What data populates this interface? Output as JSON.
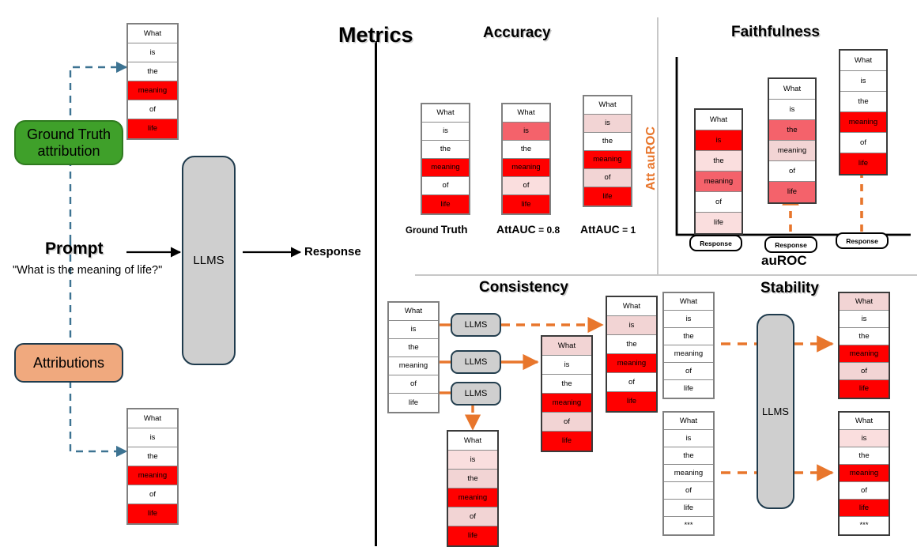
{
  "colors": {
    "red": "#FF0000",
    "mid_red": "#F4626B",
    "pink": "#F2D4D4",
    "light_pink": "#FADEDE",
    "white": "#FFFFFF",
    "orange_accent": "#E8762C",
    "blue_dashed": "#3D7392",
    "green_box": "#3FA02A",
    "orange_box": "#F0A97E",
    "gray_box": "#CFCFCF"
  },
  "tokens": [
    "What",
    "is",
    "the",
    "meaning",
    "of",
    "life"
  ],
  "tokens_with_ellipsis": [
    "What",
    "is",
    "the",
    "meaning",
    "of",
    "life",
    "***"
  ],
  "left_panel": {
    "ground_truth_label": "Ground Truth\nattribution",
    "ground_truth_label_line1": "Ground Truth",
    "ground_truth_label_line2": "attribution",
    "attributions_label": "Attributions",
    "prompt_label": "Prompt",
    "prompt_text": "\"What is the meaning of life?\"",
    "llm_label": "LLMS",
    "response_label": "Response",
    "gt_table": {
      "tokens": [
        "What",
        "is",
        "the",
        "meaning",
        "of",
        "life"
      ],
      "shades": [
        "white",
        "white",
        "white",
        "red",
        "white",
        "red"
      ]
    },
    "attr_table": {
      "tokens": [
        "What",
        "is",
        "the",
        "meaning",
        "of",
        "life"
      ],
      "shades": [
        "white",
        "white",
        "white",
        "red",
        "white",
        "red"
      ]
    }
  },
  "metrics_title": "Metrics",
  "accuracy": {
    "title": "Accuracy",
    "columns": [
      {
        "caption": "Ground Truth",
        "caption_part1": "Ground ",
        "caption_part2": "Truth",
        "tokens": [
          "What",
          "is",
          "the",
          "meaning",
          "of",
          "life"
        ],
        "shades": [
          "white",
          "white",
          "white",
          "red",
          "white",
          "red"
        ]
      },
      {
        "caption": "AttAUC = 0.8",
        "caption_part1": "AttAUC",
        "caption_part2": " = 0.8",
        "tokens": [
          "What",
          "is",
          "the",
          "meaning",
          "of",
          "life"
        ],
        "shades": [
          "white",
          "mid_red",
          "white",
          "red",
          "light_pink",
          "red"
        ]
      },
      {
        "caption": "AttAUC = 1",
        "caption_part1": "AttAUC",
        "caption_part2": " = 1",
        "tokens": [
          "What",
          "is",
          "the",
          "meaning",
          "of",
          "life"
        ],
        "shades": [
          "white",
          "pink",
          "white",
          "red",
          "pink",
          "red"
        ]
      }
    ]
  },
  "faithfulness": {
    "title": "Faithfulness",
    "y_axis_label": "Att auROC",
    "x_axis_label": "auROC",
    "response_label": "Response",
    "bars": [
      {
        "tokens": [
          "What",
          "is",
          "the",
          "meaning",
          "of",
          "life"
        ],
        "shades": [
          "white",
          "red",
          "light_pink",
          "mid_red",
          "white",
          "light_pink"
        ]
      },
      {
        "tokens": [
          "What",
          "is",
          "the",
          "meaning",
          "of",
          "life"
        ],
        "shades": [
          "white",
          "white",
          "mid_red",
          "pink",
          "white",
          "mid_red"
        ]
      },
      {
        "tokens": [
          "What",
          "is",
          "the",
          "meaning",
          "of",
          "life"
        ],
        "shades": [
          "white",
          "white",
          "white",
          "red",
          "white",
          "red"
        ]
      }
    ]
  },
  "consistency": {
    "title": "Consistency",
    "llm_label": "LLMS",
    "input_table": {
      "tokens": [
        "What",
        "is",
        "the",
        "meaning",
        "of",
        "life"
      ],
      "shades": [
        "white",
        "white",
        "white",
        "white",
        "white",
        "white"
      ]
    },
    "outputs": [
      {
        "tokens": [
          "What",
          "is",
          "the",
          "meaning",
          "of",
          "life"
        ],
        "shades": [
          "white",
          "pink",
          "white",
          "red",
          "white",
          "red"
        ]
      },
      {
        "tokens": [
          "What",
          "is",
          "the",
          "meaning",
          "of",
          "life"
        ],
        "shades": [
          "pink",
          "white",
          "white",
          "red",
          "pink",
          "red"
        ]
      },
      {
        "tokens": [
          "What",
          "is",
          "the",
          "meaning",
          "of",
          "life"
        ],
        "shades": [
          "white",
          "light_pink",
          "pink",
          "red",
          "pink",
          "red"
        ]
      }
    ]
  },
  "stability": {
    "title": "Stability",
    "llm_label": "LLMS",
    "inputs": [
      {
        "tokens": [
          "What",
          "is",
          "the",
          "meaning",
          "of",
          "life"
        ],
        "shades": [
          "white",
          "white",
          "white",
          "white",
          "white",
          "white"
        ]
      },
      {
        "tokens": [
          "What",
          "is",
          "the",
          "meaning",
          "of",
          "life",
          "***"
        ],
        "shades": [
          "white",
          "white",
          "white",
          "white",
          "white",
          "white",
          "white"
        ]
      }
    ],
    "outputs": [
      {
        "tokens": [
          "What",
          "is",
          "the",
          "meaning",
          "of",
          "life"
        ],
        "shades": [
          "pink",
          "white",
          "white",
          "red",
          "pink",
          "red"
        ]
      },
      {
        "tokens": [
          "What",
          "is",
          "the",
          "meaning",
          "of",
          "life",
          "***"
        ],
        "shades": [
          "white",
          "light_pink",
          "white",
          "red",
          "white",
          "red",
          "white"
        ]
      }
    ]
  }
}
